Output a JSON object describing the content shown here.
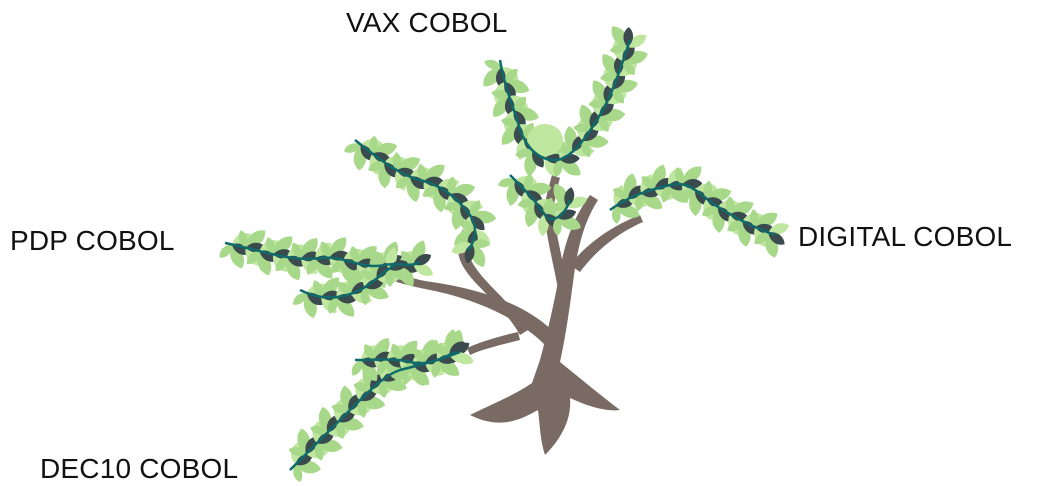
{
  "labels": {
    "vax": "VAX COBOL",
    "pdp": "PDP COBOL",
    "digital": "DIGITAL COBOL",
    "dec10": "DEC10 COBOL"
  },
  "colors": {
    "trunk": "#7a6a64",
    "vine": "#0f6b6b",
    "leaf_light": "#a8d98a",
    "leaf_dark": "#3a4a4d",
    "leaf_bright": "#bfe7a0"
  }
}
